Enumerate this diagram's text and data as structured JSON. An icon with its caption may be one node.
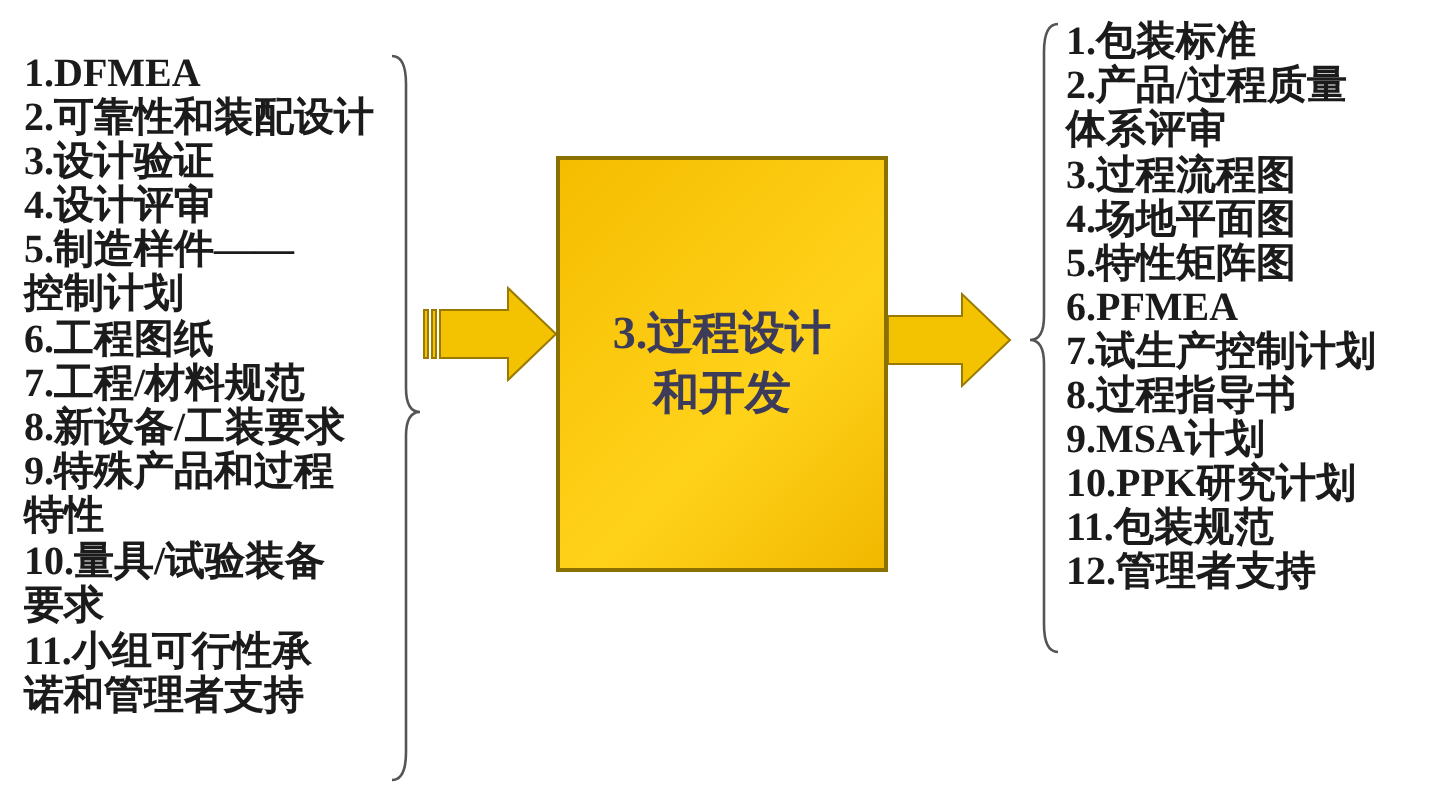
{
  "diagram": {
    "nodes": [
      {
        "text": [
          "1.DFMEA",
          "2.可靠性和装配设计",
          "3.设计验证",
          "4.设计评审",
          "5.制造样件——控制计划",
          "6.工程图纸",
          "7.工程/材料规范",
          "8.新设备/工装要求",
          "9.特殊产品和过程特性",
          "10.量具/试验装备要求",
          "11.小组可行性承诺和管理者支持"
        ]
      },
      {
        "text": [
          "3.过程设计和开发"
        ]
      },
      {
        "text": [
          "1.包装标准",
          "2.产品/过程质量体系评审",
          "3.过程流程图",
          "4.场地平面图",
          "5.特性矩阵图",
          "6.PFMEA",
          "7.试生产控制计划",
          "8.过程指导书",
          "9.MSA计划",
          "10.PPK研究计划",
          "11.包装规范",
          "12.管理者支持"
        ]
      }
    ],
    "edges": [
      {
        "from": 0,
        "to": 1,
        "arrow": "to"
      },
      {
        "from": 1,
        "to": 2,
        "arrow": "to"
      }
    ]
  }
}
